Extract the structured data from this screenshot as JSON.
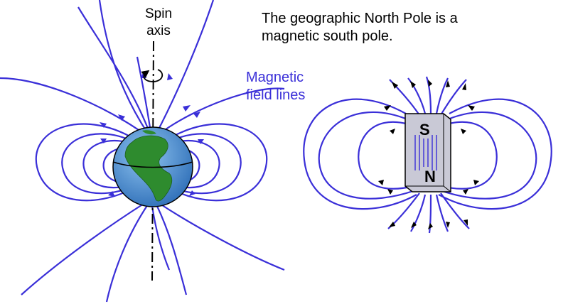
{
  "labels": {
    "spin_axis": [
      "Spin",
      "axis"
    ],
    "caption": [
      "The geographic North Pole is a",
      "magnetic south pole."
    ],
    "field_lines": [
      "Magnetic",
      "field lines"
    ]
  },
  "magnet": {
    "top_pole": "S",
    "bottom_pole": "N"
  },
  "colors": {
    "field_line": "#3a2fd8",
    "ocean": "#4a90d9",
    "land": "#2e8b2e",
    "magnet_fill": "#c9c9d6",
    "label_blue": "#3a2fd8"
  },
  "icons": [
    "rotation-arrow-icon",
    "earth-globe-icon",
    "bar-magnet-icon"
  ]
}
